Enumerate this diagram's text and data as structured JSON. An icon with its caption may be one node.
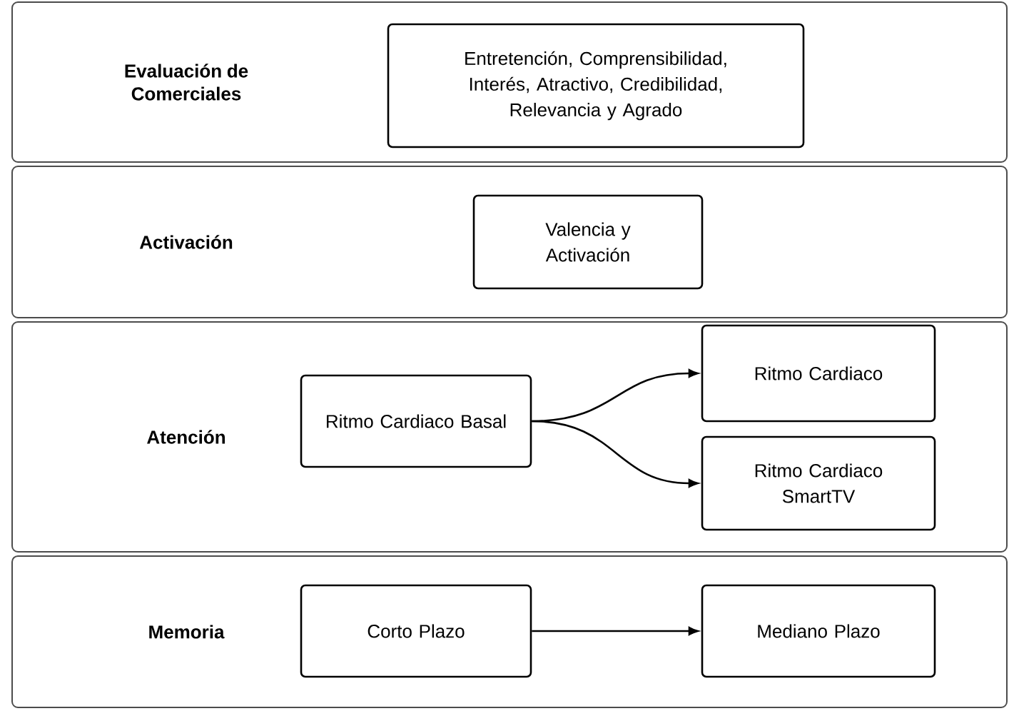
{
  "diagram": {
    "nodes": [
      {
        "text": [
          "Evaluación de Comerciales"
        ]
      },
      {
        "text": [
          "Entretención, Comprensibilidad, Interés, Atractivo, Credibilidad, Relevancia y Agrado"
        ],
        "in": 0
      },
      {
        "text": [
          "Activación"
        ]
      },
      {
        "text": [
          "Valencia y Activación"
        ],
        "in": 2
      },
      {
        "text": [
          "Atención"
        ]
      },
      {
        "text": [
          "Ritmo Cardiaco Basal"
        ],
        "in": 4
      },
      {
        "text": [
          "Ritmo Cardiaco"
        ],
        "in": 4
      },
      {
        "text": [
          "Ritmo Cardiaco SmartTV"
        ],
        "in": 4
      },
      {
        "text": [
          "Memoria"
        ]
      },
      {
        "text": [
          "Corto Plazo"
        ],
        "in": 8
      },
      {
        "text": [
          "Mediano Plazo"
        ],
        "in": 8
      }
    ],
    "edges": [
      {
        "from": 5,
        "to": 6,
        "arrow": "to"
      },
      {
        "from": 5,
        "to": 7,
        "arrow": "to"
      },
      {
        "from": 9,
        "to": 10,
        "arrow": "to"
      }
    ]
  }
}
